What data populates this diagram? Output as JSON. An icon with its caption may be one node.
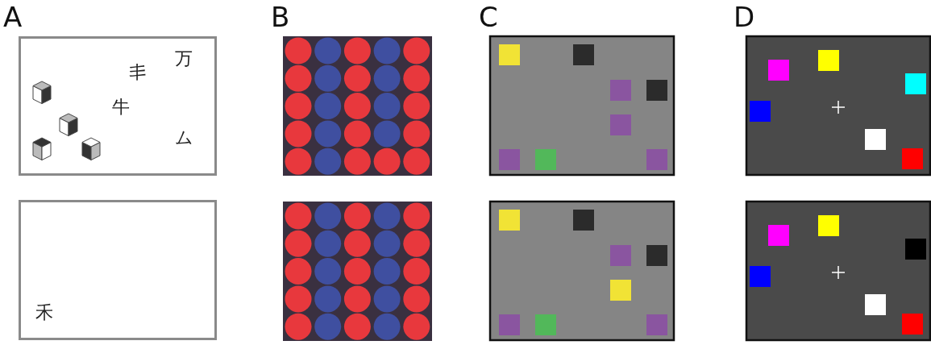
{
  "diagram": {
    "nodes": [
      {
        "text": [
          "万",
          "丯",
          "牛",
          "ム"
        ]
      },
      {
        "text": [
          "禾"
        ]
      }
    ],
    "labels": [
      "A",
      "B",
      "C",
      "D"
    ]
  }
}
